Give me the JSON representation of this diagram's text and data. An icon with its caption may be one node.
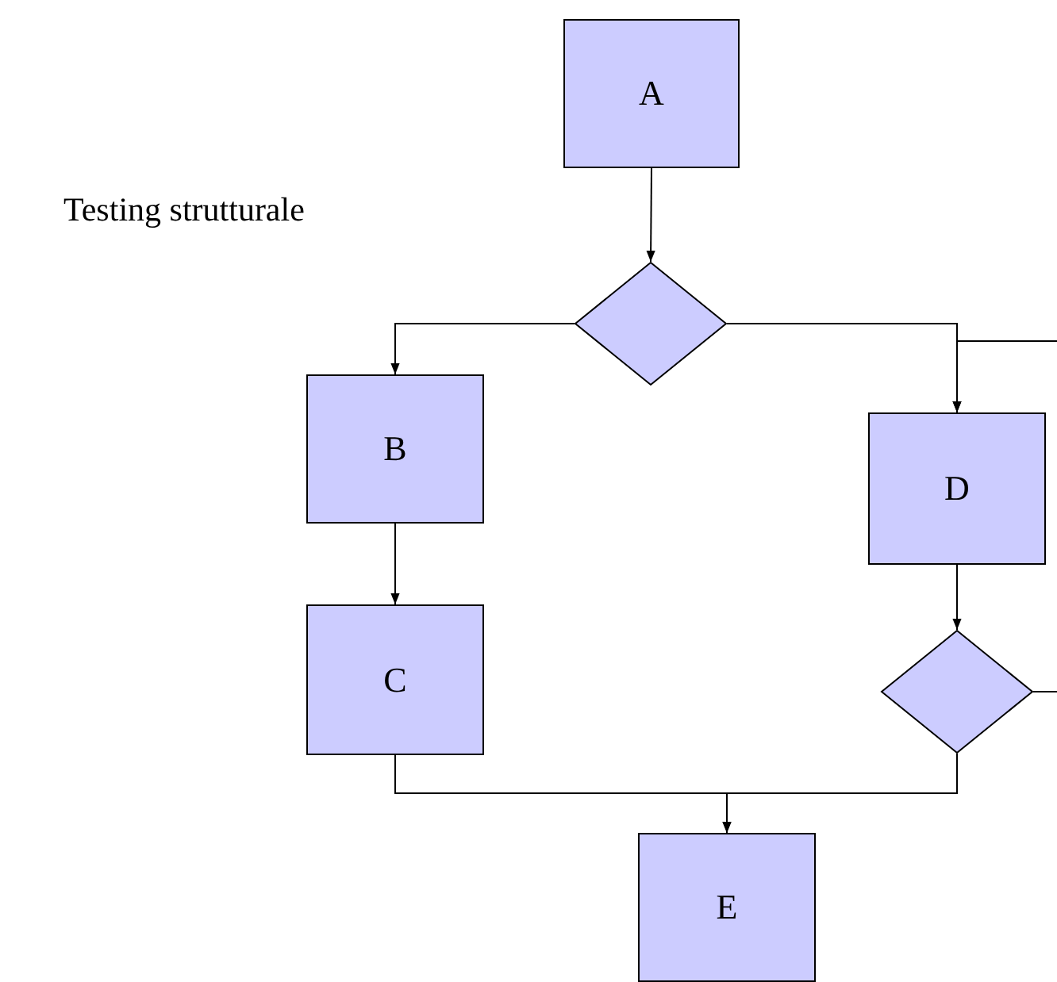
{
  "diagram": {
    "title": "Testing strutturale",
    "nodes": [
      {
        "text": [
          "A"
        ]
      },
      {
        "text": [],
        "shape": "diamond"
      },
      {
        "text": [
          "B"
        ]
      },
      {
        "text": [
          "C"
        ]
      },
      {
        "text": [
          "D"
        ]
      },
      {
        "text": [],
        "shape": "diamond"
      },
      {
        "text": [
          "E"
        ]
      }
    ],
    "edges": [
      {
        "from": 0,
        "to": 1,
        "arrow": "to"
      },
      {
        "from": 1,
        "to": 2,
        "arrow": "to"
      },
      {
        "from": 1,
        "to": 4,
        "arrow": "to"
      },
      {
        "from": 2,
        "to": 3,
        "arrow": "to"
      },
      {
        "from": 4,
        "to": 5,
        "arrow": "to"
      },
      {
        "from": 3,
        "to": 6,
        "arrow": "to"
      },
      {
        "from": 5,
        "to": 6,
        "arrow": "to"
      },
      {
        "from": 5,
        "to": 4,
        "arrow": "to"
      }
    ]
  }
}
